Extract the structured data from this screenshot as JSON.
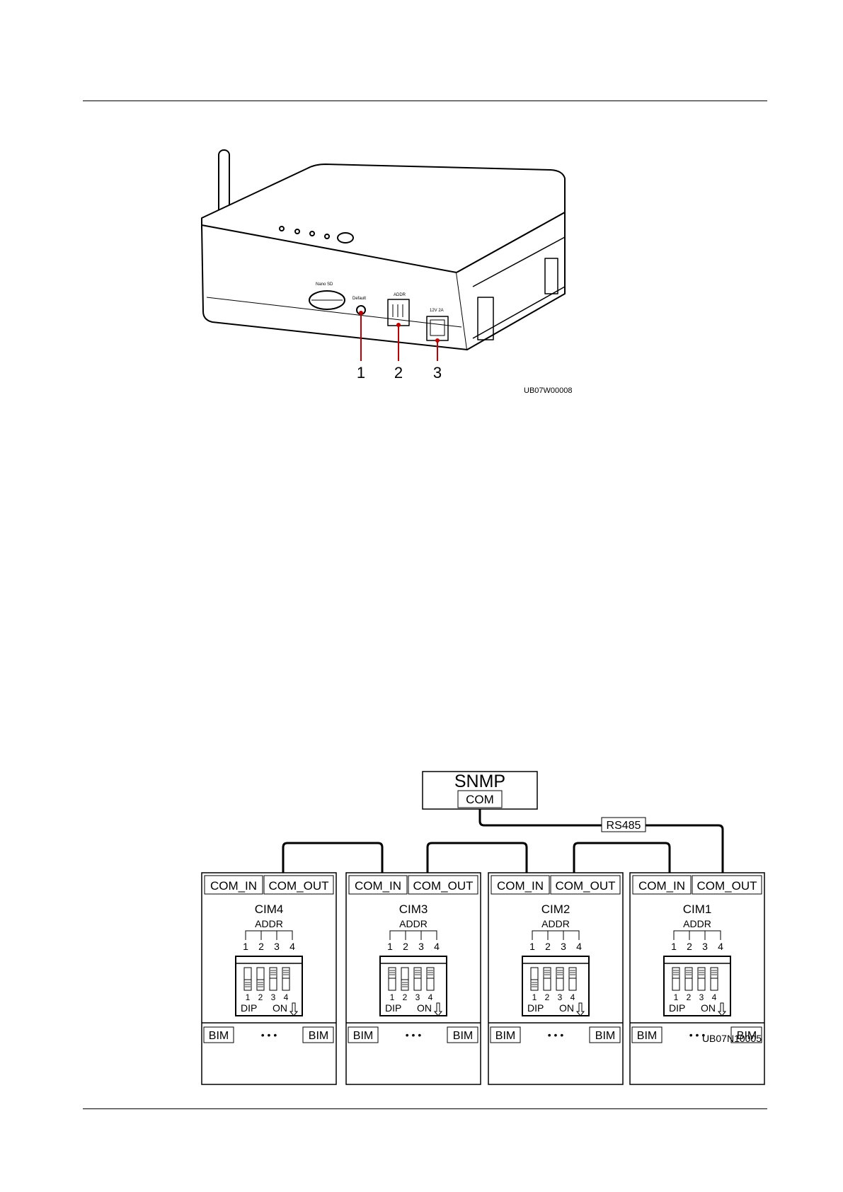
{
  "figure1": {
    "id": "UB07W00008",
    "callouts": [
      "1",
      "2",
      "3"
    ],
    "device_labels": {
      "sim": "Nano SD",
      "reset": "Default",
      "addr": "ADDR",
      "power": "12V 2A"
    }
  },
  "figure2": {
    "id": "UB07N10005",
    "snmp": {
      "title": "SNMP",
      "port": "COM"
    },
    "bus_label": "RS485",
    "modules": [
      {
        "name": "CIM4",
        "in_port": "COM_IN",
        "out_port": "COM_OUT",
        "addr_label": "ADDR",
        "addr_bits": [
          "1",
          "2",
          "3",
          "4"
        ],
        "dip_label": "DIP",
        "on_label": "ON",
        "switch_numbers": [
          "1",
          "2",
          "3",
          "4"
        ],
        "bim_left": "BIM",
        "ellipsis": "• • •",
        "bim_right": "BIM"
      },
      {
        "name": "CIM3",
        "in_port": "COM_IN",
        "out_port": "COM_OUT",
        "addr_label": "ADDR",
        "addr_bits": [
          "1",
          "2",
          "3",
          "4"
        ],
        "dip_label": "DIP",
        "on_label": "ON",
        "switch_numbers": [
          "1",
          "2",
          "3",
          "4"
        ],
        "bim_left": "BIM",
        "ellipsis": "• • •",
        "bim_right": "BIM"
      },
      {
        "name": "CIM2",
        "in_port": "COM_IN",
        "out_port": "COM_OUT",
        "addr_label": "ADDR",
        "addr_bits": [
          "1",
          "2",
          "3",
          "4"
        ],
        "dip_label": "DIP",
        "on_label": "ON",
        "switch_numbers": [
          "1",
          "2",
          "3",
          "4"
        ],
        "bim_left": "BIM",
        "ellipsis": "• • •",
        "bim_right": "BIM"
      },
      {
        "name": "CIM1",
        "in_port": "COM_IN",
        "out_port": "COM_OUT",
        "addr_label": "ADDR",
        "addr_bits": [
          "1",
          "2",
          "3",
          "4"
        ],
        "dip_label": "DIP",
        "on_label": "ON",
        "switch_numbers": [
          "1",
          "2",
          "3",
          "4"
        ],
        "bim_left": "BIM",
        "ellipsis": "• • •",
        "bim_right": "BIM"
      }
    ]
  }
}
